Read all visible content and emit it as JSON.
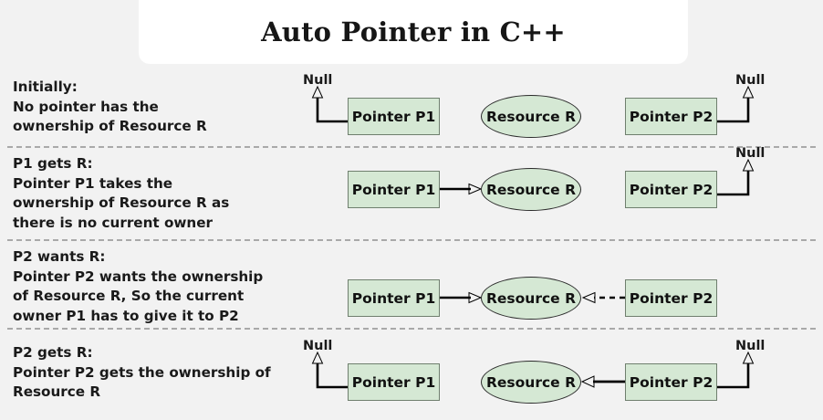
{
  "title": "Auto Pointer in C++",
  "labels": {
    "pointer_p1": "Pointer P1",
    "pointer_p2": "Pointer P2",
    "resource_r": "Resource R",
    "null": "Null"
  },
  "colors": {
    "background": "#f2f2f2",
    "card": "#ffffff",
    "node_fill": "#d5e8d4",
    "box_stroke": "#6f7f6e",
    "ellipse_stroke": "#2b2b2b",
    "divider": "#a9a9a9",
    "arrow": "#000000",
    "text": "#1a1a1a"
  },
  "rows": [
    {
      "id": "initially",
      "heading": "Initially:",
      "description": "Initially:\nNo pointer has the\nownership of Resource R",
      "p1_null": true,
      "p2_null": true,
      "p1_to_resource": "none",
      "p2_to_resource": "none"
    },
    {
      "id": "p1-gets-r",
      "heading": "P1 gets R:",
      "description": "P1 gets R:\nPointer P1 takes the\nownership of Resource R as\nthere is no current owner",
      "p1_null": false,
      "p2_null": true,
      "p1_to_resource": "solid",
      "p2_to_resource": "none"
    },
    {
      "id": "p2-wants-r",
      "heading": "P2 wants R:",
      "description": "P2 wants R:\nPointer P2 wants the ownership\nof Resource R, So the current\nowner P1 has to give it to P2",
      "p1_null": false,
      "p2_null": false,
      "p1_to_resource": "solid",
      "p2_to_resource": "dashed"
    },
    {
      "id": "p2-gets-r",
      "heading": "P2 gets R:",
      "description": "P2 gets R:\nPointer P2 gets the ownership of\nResource R",
      "p1_null": true,
      "p2_null": true,
      "p1_to_resource": "none",
      "p2_to_resource": "solid"
    }
  ]
}
